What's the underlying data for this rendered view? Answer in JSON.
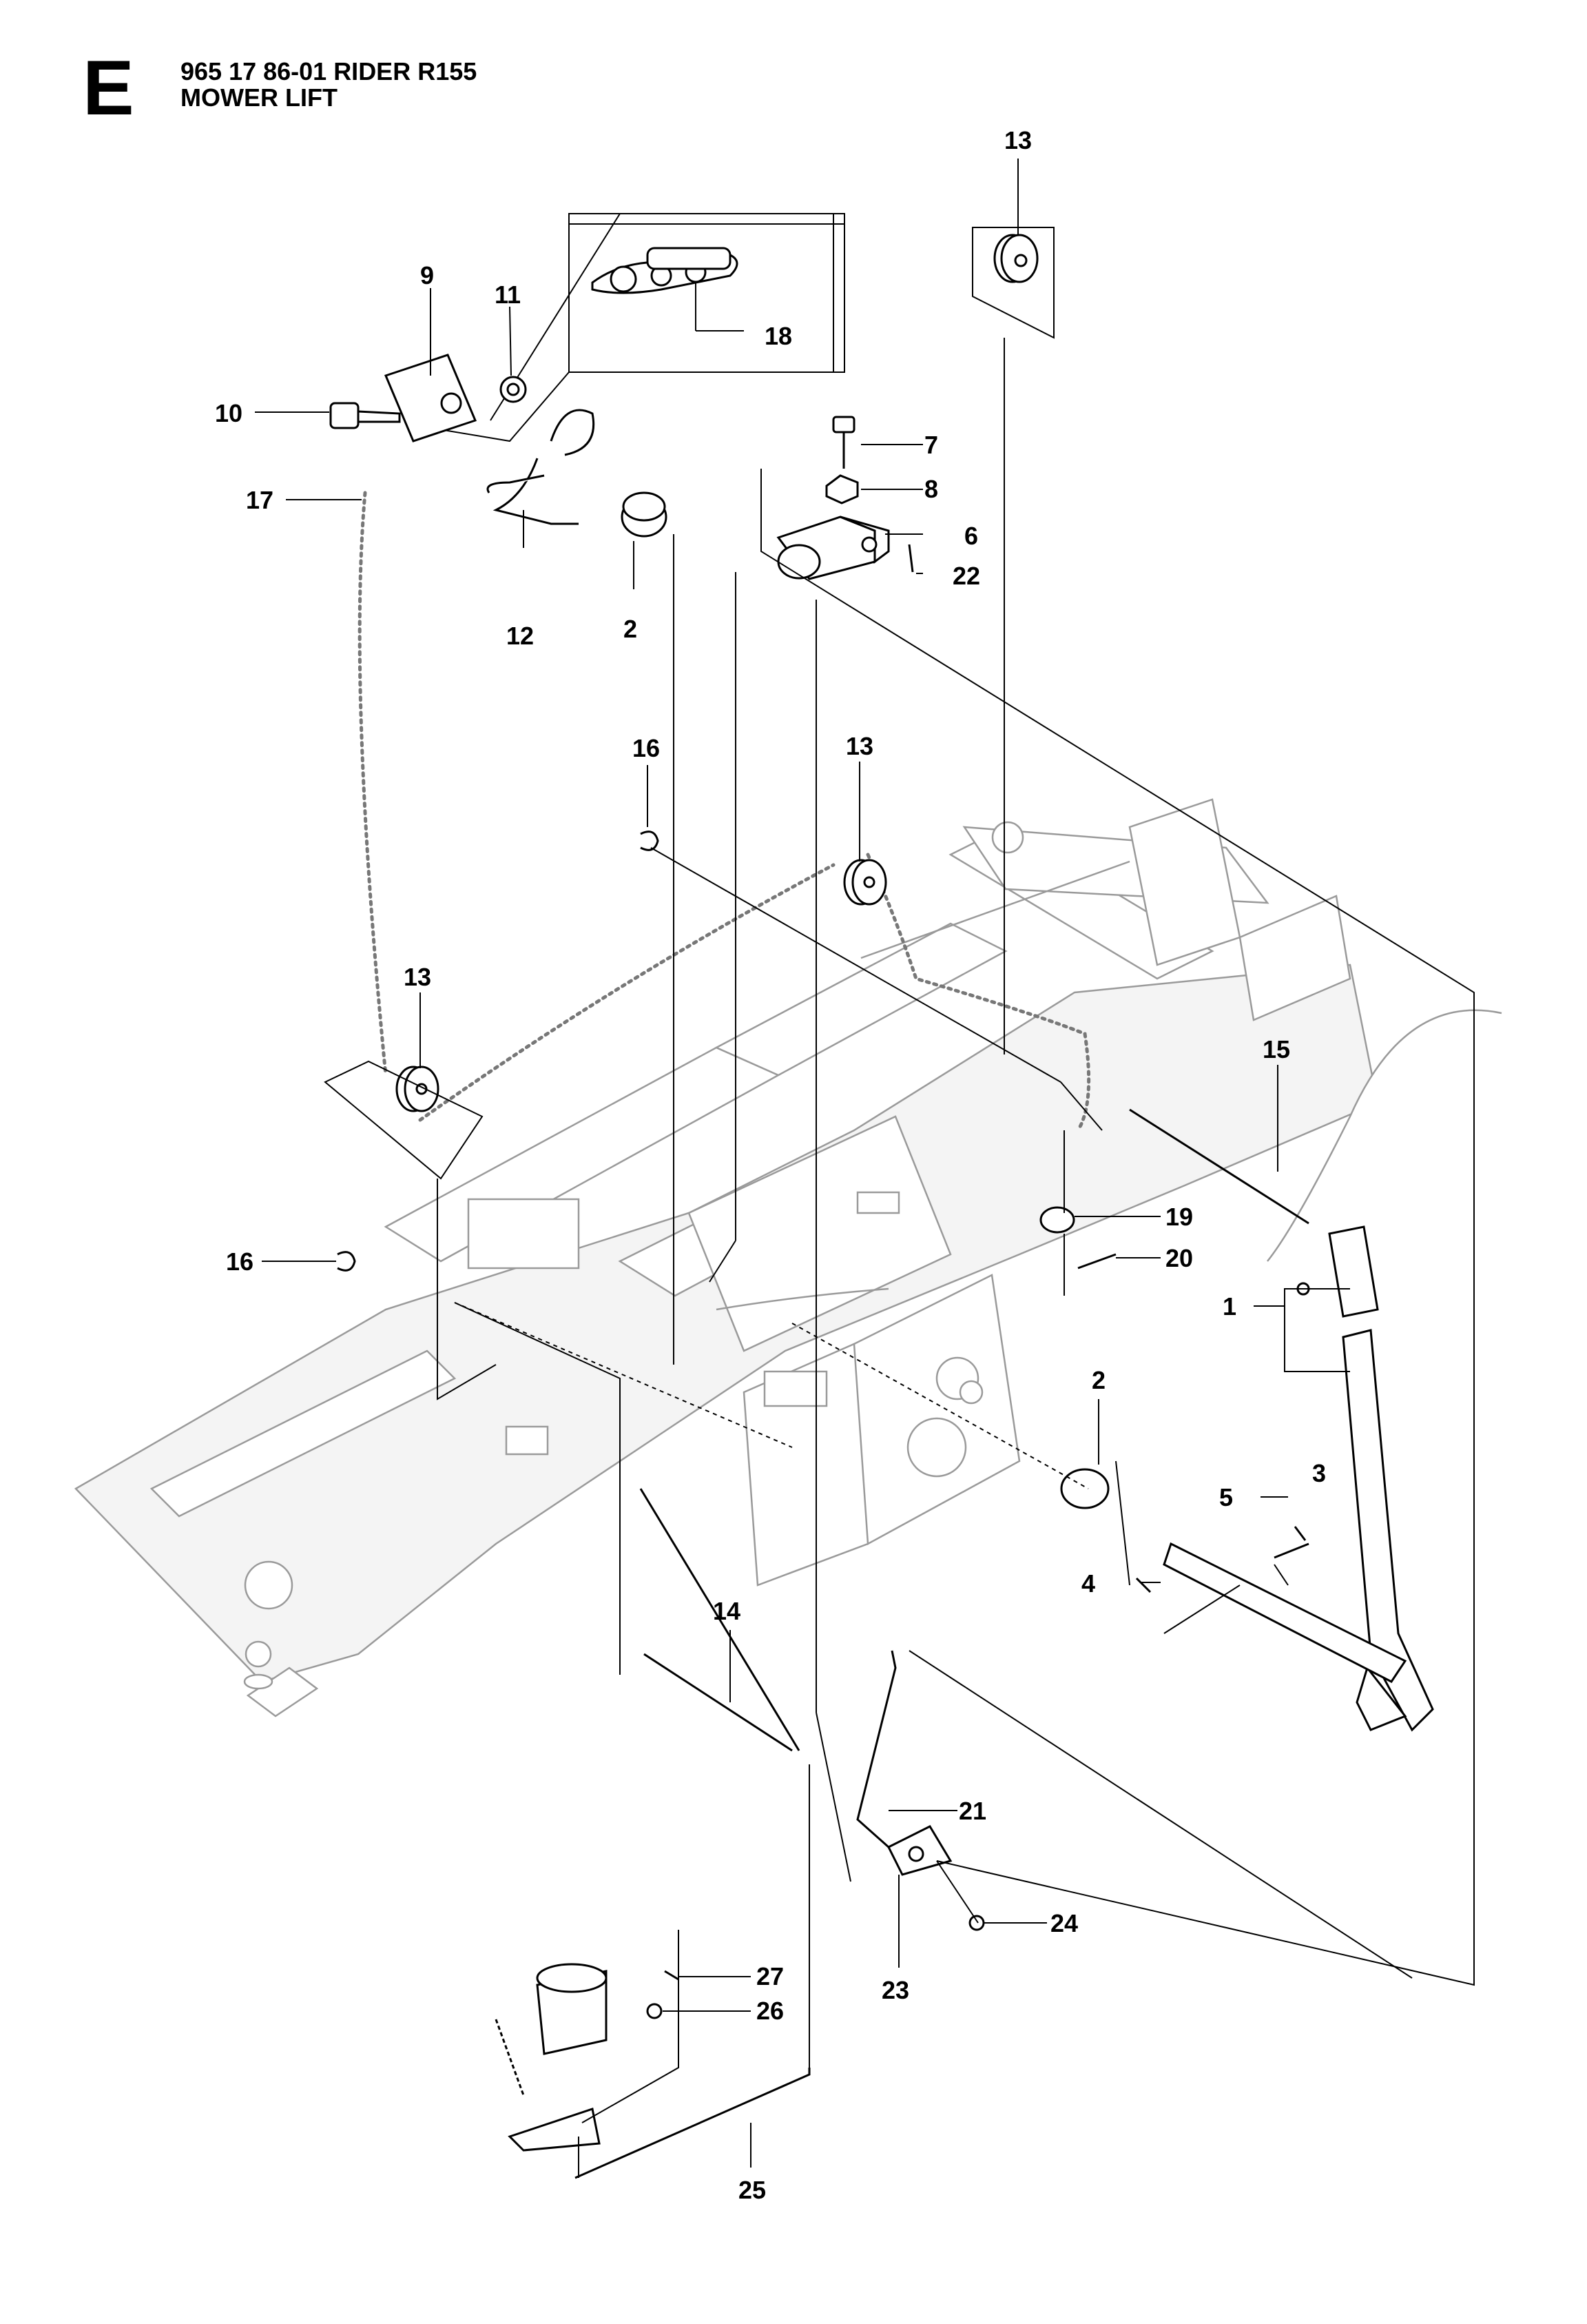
{
  "header": {
    "section_letter": "E",
    "model_line": "965 17 86-01 RIDER R155",
    "assembly_name": "MOWER LIFT"
  },
  "callouts": [
    {
      "id": "1",
      "text": "1"
    },
    {
      "id": "2a",
      "text": "2"
    },
    {
      "id": "2b",
      "text": "2"
    },
    {
      "id": "3",
      "text": "3"
    },
    {
      "id": "4",
      "text": "4"
    },
    {
      "id": "5",
      "text": "5"
    },
    {
      "id": "6",
      "text": "6"
    },
    {
      "id": "7",
      "text": "7"
    },
    {
      "id": "8",
      "text": "8"
    },
    {
      "id": "9",
      "text": "9"
    },
    {
      "id": "10",
      "text": "10"
    },
    {
      "id": "11",
      "text": "11"
    },
    {
      "id": "12",
      "text": "12"
    },
    {
      "id": "13a",
      "text": "13"
    },
    {
      "id": "13b",
      "text": "13"
    },
    {
      "id": "13c",
      "text": "13"
    },
    {
      "id": "14",
      "text": "14"
    },
    {
      "id": "15",
      "text": "15"
    },
    {
      "id": "16a",
      "text": "16"
    },
    {
      "id": "16b",
      "text": "16"
    },
    {
      "id": "17",
      "text": "17"
    },
    {
      "id": "18",
      "text": "18"
    },
    {
      "id": "19",
      "text": "19"
    },
    {
      "id": "20",
      "text": "20"
    },
    {
      "id": "21",
      "text": "21"
    },
    {
      "id": "22",
      "text": "22"
    },
    {
      "id": "23",
      "text": "23"
    },
    {
      "id": "24",
      "text": "24"
    },
    {
      "id": "25",
      "text": "25"
    },
    {
      "id": "26",
      "text": "26"
    },
    {
      "id": "27",
      "text": "27"
    }
  ]
}
